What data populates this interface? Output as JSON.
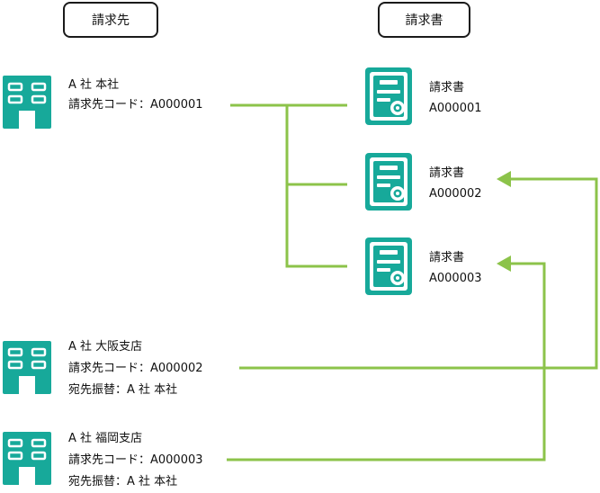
{
  "headers": {
    "left": "請求先",
    "right": "請求書"
  },
  "colors": {
    "icon": "#17a99a",
    "connector": "#8cc34a",
    "border": "#1a1a1a"
  },
  "icons": {
    "building": "building-icon",
    "invoice": "invoice-document-icon"
  },
  "billing_parties": [
    {
      "name": "A 社  本社",
      "code_line": "請求先コード：A000001",
      "transfer_line": ""
    },
    {
      "name": "A 社  大阪支店",
      "code_line": "請求先コード：A000002",
      "transfer_line": "宛先振替：A 社  本社"
    },
    {
      "name": "A 社  福岡支店",
      "code_line": "請求先コード：A000003",
      "transfer_line": "宛先振替：A 社  本社"
    }
  ],
  "invoices": [
    {
      "label": "請求書",
      "number": "A000001"
    },
    {
      "label": "請求書",
      "number": "A000002"
    },
    {
      "label": "請求書",
      "number": "A000003"
    }
  ]
}
